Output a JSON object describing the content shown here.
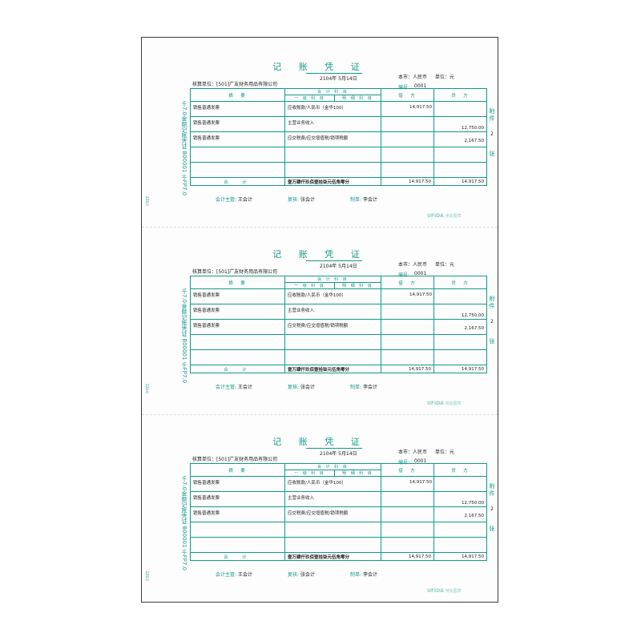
{
  "voucher": {
    "title": "记 账 凭 证",
    "date": "2104年 5月14日",
    "currency": "本市：人民币",
    "unit": "单位：元",
    "company": "核算单位：[501]广友财务用品有限公司",
    "voucher_no_label": "编号:",
    "voucher_no": "0001",
    "side_text": "千7.0金额记账凭证 B00001 千FP7.0",
    "tiny_code": "ZZ0.0",
    "headers": {
      "summary": "摘　要",
      "account": "会 计 科 目",
      "level1": "一 级 科 目",
      "detail": "明 细 科 目",
      "debit": "借　方",
      "credit": "贷　方"
    },
    "rows": [
      {
        "summary": "销售普通发票",
        "account": "应收账款/人民币（金华100）",
        "debit": "14,917.50",
        "credit": ""
      },
      {
        "summary": "销售普通发票",
        "account": "主营业务收入",
        "debit": "",
        "credit": "12,750.00"
      },
      {
        "summary": "销售普通发票",
        "account": "应交税费/应交增值税/销项税额",
        "debit": "",
        "credit": "2,167.50"
      },
      {
        "summary": "",
        "account": "",
        "debit": "",
        "credit": ""
      },
      {
        "summary": "",
        "account": "",
        "debit": "",
        "credit": ""
      }
    ],
    "total_label": "合　计",
    "total_words": "壹万肆仟玖佰壹拾柒元伍角零分",
    "total_debit": "14,917.50",
    "total_credit": "14,917.50",
    "attach_label_top": "附件",
    "attach_count": "2",
    "attach_label_bottom": "张",
    "supervisor_label": "会计主管:",
    "supervisor": "王会计",
    "reviewer_label": "复核:",
    "reviewer": "张会计",
    "maker_label": "制单:",
    "maker": "李会计",
    "brand": "UFIDA",
    "brand_sub": "用友图草"
  },
  "colors": {
    "accent": "#139a8a",
    "text": "#222222",
    "border": "#3a3a3a"
  }
}
